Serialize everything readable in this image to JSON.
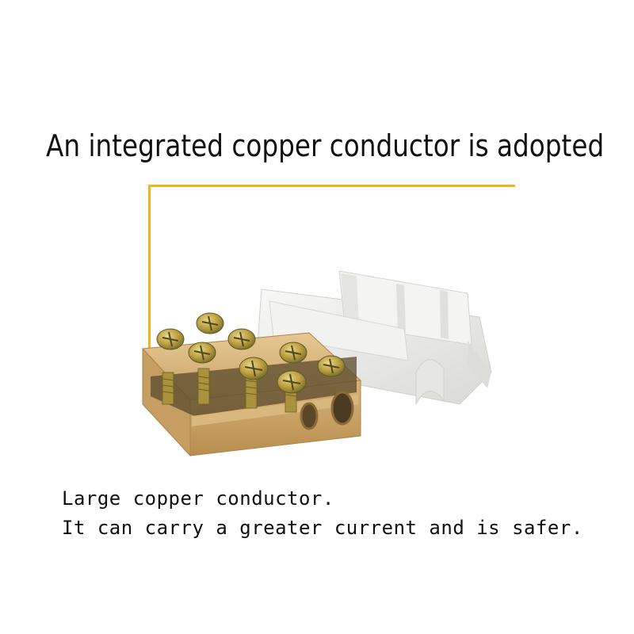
{
  "headline": "An integrated copper conductor is adopted",
  "captions": [
    "Large copper conductor.",
    "It can carry a greater current and is safer."
  ],
  "colors": {
    "callout": "#F2B418",
    "brass": "#C9A265",
    "brass_dark": "#9E7A3E",
    "cover": "#ECECEA",
    "screw": "#B89A3C"
  },
  "objects": {
    "terminal_block": "brass-terminal-block",
    "cover": "white-plastic-cover",
    "screw_count": 8
  }
}
